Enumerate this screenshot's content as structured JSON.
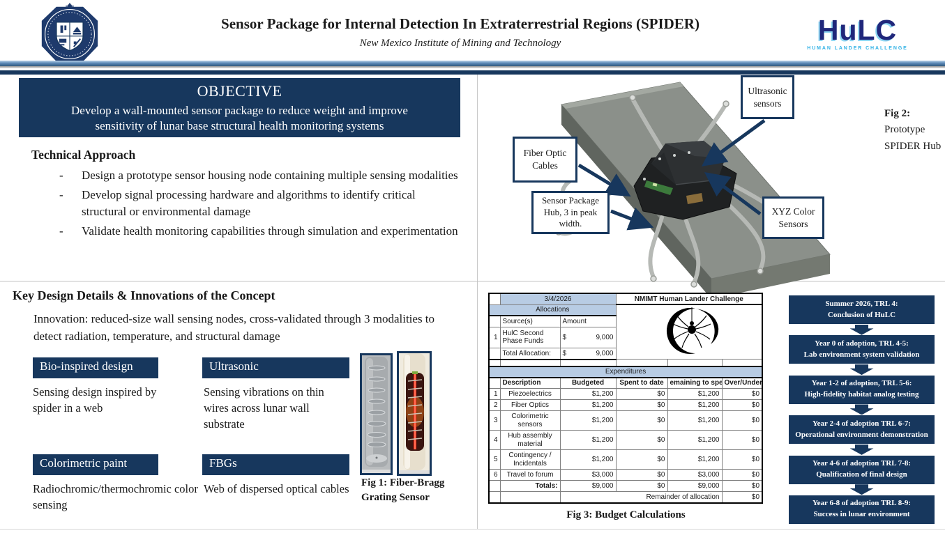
{
  "header": {
    "title": "Sensor Package for Internal Detection In Extraterrestrial Regions (SPIDER)",
    "subtitle": "New Mexico Institute of Mining and Technology",
    "hulc_text": "HuLC",
    "hulc_subtext": "HUMAN LANDER CHALLENGE"
  },
  "objective": {
    "heading": "OBJECTIVE",
    "text": "Develop a wall-mounted sensor package to reduce weight and improve sensitivity of lunar base structural health monitoring systems"
  },
  "technical_approach": {
    "heading": "Technical Approach",
    "marker": "-",
    "bullets": [
      "Design a prototype sensor housing node containing multiple sensing modalities",
      "Develop signal processing hardware and algorithms to identify critical structural or environmental damage",
      "Validate health monitoring capabilities through simulation and experimentation"
    ]
  },
  "fig2": {
    "labels": [
      "Ultrasonic sensors",
      "Fiber Optic Cables",
      "XYZ Color Sensors",
      "Sensor Package Hub, 3 in peak width."
    ],
    "fig_label": "Fig 2:",
    "caption_line1": "Prototype",
    "caption_line2": "SPIDER Hub"
  },
  "key_design": {
    "heading": "Key Design Details & Innovations of the Concept",
    "intro": "Innovation: reduced-size wall sensing nodes, cross-validated through 3 modalities to detect radiation, temperature, and structural damage",
    "cards": [
      {
        "title": "Bio-inspired design",
        "text": "Sensing design inspired by spider in a web"
      },
      {
        "title": "Ultrasonic",
        "text": "Sensing vibrations on thin wires across lunar wall substrate"
      },
      {
        "title": "Colorimetric paint",
        "text": "Radiochromic/thermochromic color sensing"
      },
      {
        "title": "FBGs",
        "text": "Web of dispersed optical cables"
      }
    ],
    "fig1_caption": "Fig 1: Fiber-Bragg Grating Sensor"
  },
  "budget": {
    "date": "3/4/2026",
    "org": "NMIMT Human Lander Challenge",
    "allocations_header": "Allocations",
    "col_source": "Source(s)",
    "col_amount": "Amount",
    "alloc_row": {
      "num": "1",
      "source": "HulC Second Phase Funds",
      "currency": "$",
      "amount": "9,000"
    },
    "total_label": "Total Allocation:",
    "total_currency": "$",
    "total_amount": "9,000",
    "expenditures_header": "Expenditures",
    "exp_cols": [
      "Description",
      "Budgeted",
      "Spent to date",
      "emaining to spen",
      "Over/Under"
    ],
    "exp_rows": [
      {
        "num": "1",
        "desc": "Piezoelectrics",
        "budgeted": "$1,200",
        "spent": "$0",
        "remaining": "$1,200",
        "over": "$0"
      },
      {
        "num": "2",
        "desc": "Fiber Optics",
        "budgeted": "$1,200",
        "spent": "$0",
        "remaining": "$1,200",
        "over": "$0"
      },
      {
        "num": "3",
        "desc": "Colorimetric sensors",
        "budgeted": "$1,200",
        "spent": "$0",
        "remaining": "$1,200",
        "over": "$0"
      },
      {
        "num": "4",
        "desc": "Hub assembly material",
        "budgeted": "$1,200",
        "spent": "$0",
        "remaining": "$1,200",
        "over": "$0"
      },
      {
        "num": "5",
        "desc": "Contingency / Incidentals",
        "budgeted": "$1,200",
        "spent": "$0",
        "remaining": "$1,200",
        "over": "$0"
      },
      {
        "num": "6",
        "desc": "Travel to forum",
        "budgeted": "$3,000",
        "spent": "$0",
        "remaining": "$3,000",
        "over": "$0"
      }
    ],
    "totals_label": "Totals:",
    "totals": {
      "budgeted": "$9,000",
      "spent": "$0",
      "remaining": "$9,000",
      "over": "$0"
    },
    "remainder_label": "Remainder of allocation",
    "remainder_value": "$0",
    "caption": "Fig 3: Budget Calculations"
  },
  "timeline": {
    "steps": [
      {
        "line1": "Summer 2026, TRL 4:",
        "line2": "Conclusion of HuLC"
      },
      {
        "line1": "Year 0 of adoption, TRL 4-5:",
        "line2": "Lab environment system validation"
      },
      {
        "line1": "Year 1-2 of adoption, TRL 5-6:",
        "line2": "High-fidelity habitat analog testing"
      },
      {
        "line1": "Year 2-4 of adoption TRL 6-7:",
        "line2": "Operational environment demonstration"
      },
      {
        "line1": "Year 4-6 of adoption TRL 7-8:",
        "line2": "Qualification of final design"
      },
      {
        "line1": "Year 6-8 of adoption TRL 8-9:",
        "line2": "Success in lunar environment"
      }
    ]
  },
  "colors": {
    "navy": "#17375d",
    "steel_blue": "#4f81bd",
    "table_header_blue": "#b8cce4",
    "hulc_cyan": "#35b3e6"
  }
}
